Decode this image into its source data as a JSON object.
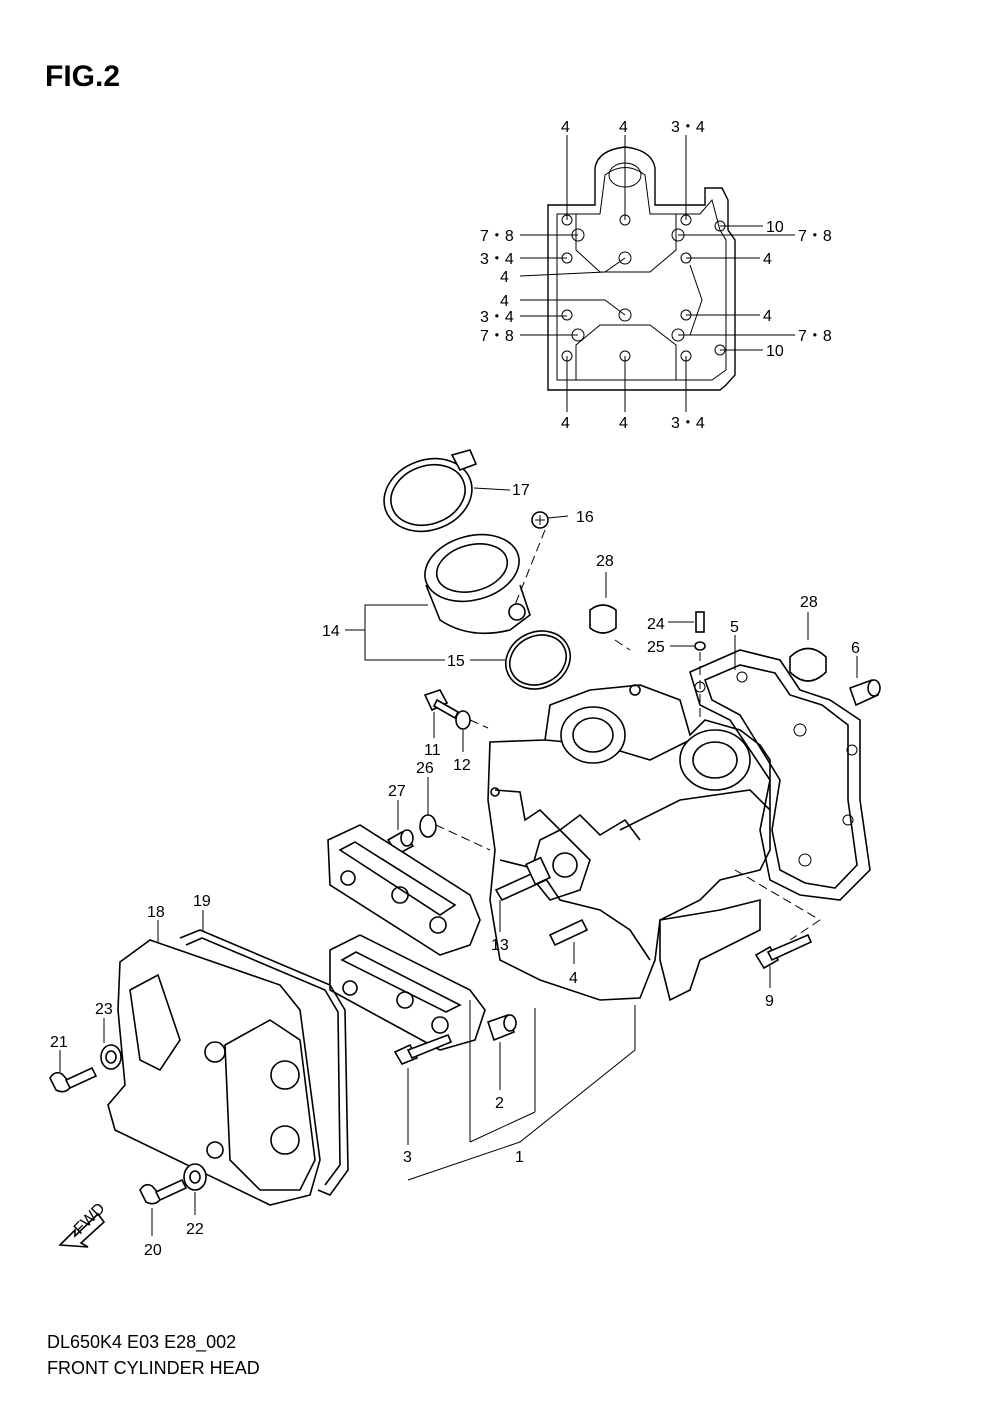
{
  "figure": {
    "title": "FIG.2",
    "model_code": "DL650K4 E03 E28_002",
    "name": "FRONT CYLINDER HEAD"
  },
  "fwd_label": "FWD",
  "torque_callouts": {
    "top_4a": "4",
    "top_4b": "4",
    "top_34": "3・4",
    "left_78a": "7・8",
    "left_34a": "3・4",
    "left_4a": "4",
    "left_4b": "4",
    "left_34b": "3・4",
    "left_78b": "7・8",
    "right_10a": "10",
    "right_78a": "7・8",
    "right_4a": "4",
    "right_4b": "4",
    "right_78b": "7・8",
    "right_10b": "10",
    "bottom_4a": "4",
    "bottom_4b": "4",
    "bottom_34": "3・4"
  },
  "part_labels": {
    "p1": "1",
    "p2": "2",
    "p3": "3",
    "p4": "4",
    "p5": "5",
    "p6": "6",
    "p9": "9",
    "p11": "11",
    "p12": "12",
    "p13": "13",
    "p14": "14",
    "p15": "15",
    "p16": "16",
    "p17": "17",
    "p18": "18",
    "p19": "19",
    "p20": "20",
    "p21": "21",
    "p22": "22",
    "p23": "23",
    "p24": "24",
    "p25": "25",
    "p26": "26",
    "p27": "27",
    "p28a": "28",
    "p28b": "28"
  }
}
